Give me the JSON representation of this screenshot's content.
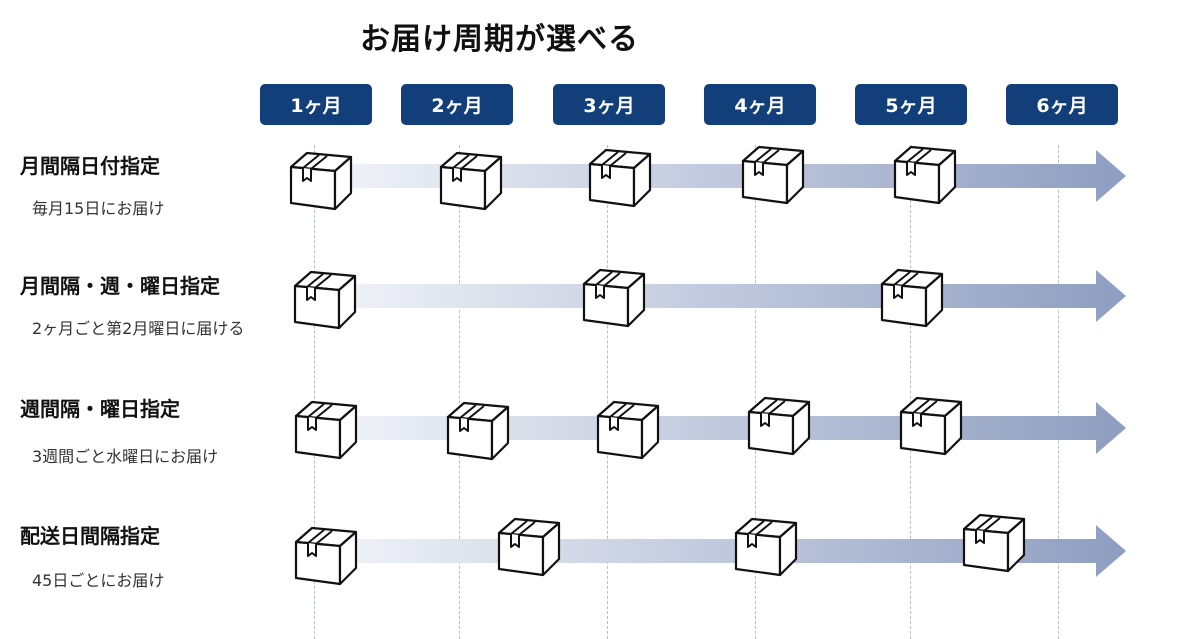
{
  "title": "お届け周期が選べる",
  "months": [
    "1ヶ月",
    "2ヶ月",
    "3ヶ月",
    "4ヶ月",
    "5ヶ月",
    "6ヶ月"
  ],
  "rows": [
    {
      "label": "月間隔日付指定",
      "desc": "毎月15日にお届け"
    },
    {
      "label": "月間隔・週・曜日指定",
      "desc": "2ヶ月ごと第2月曜日に届ける"
    },
    {
      "label": "週間隔・曜日指定",
      "desc": "3週間ごと水曜日にお届け"
    },
    {
      "label": "配送日間隔指定",
      "desc": "45日ごとにお届け"
    }
  ],
  "colors": {
    "pill": "#123f79",
    "arrow_start": "#f3f5f9",
    "arrow_end": "#8e9dc0"
  }
}
